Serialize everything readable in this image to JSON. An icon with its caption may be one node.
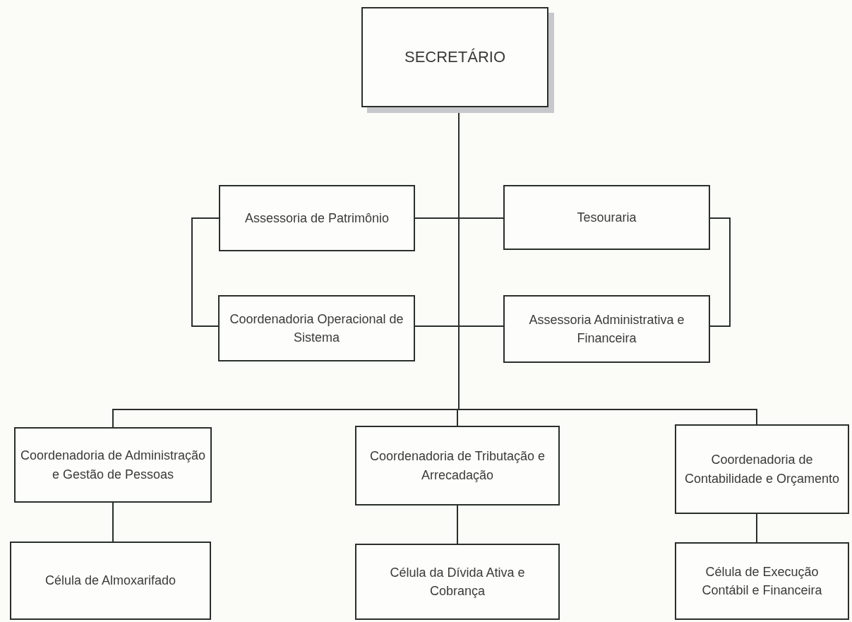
{
  "diagram": {
    "nodes": [
      {
        "text": [
          "SECRETÁRIO"
        ]
      },
      {
        "text": [
          "Assessoria de Patrimônio"
        ]
      },
      {
        "text": [
          "Tesouraria"
        ]
      },
      {
        "text": [
          "Coordenadoria Operacional de Sistema"
        ]
      },
      {
        "text": [
          "Assessoria Administrativa e Financeira"
        ]
      },
      {
        "text": [
          "Coordenadoria de Administração e Gestão de Pessoas"
        ]
      },
      {
        "text": [
          "Coordenadoria de Tributação e Arrecadação"
        ]
      },
      {
        "text": [
          "Coordenadoria de Contabilidade e Orçamento"
        ]
      },
      {
        "text": [
          "Célula de Almoxarifado"
        ]
      },
      {
        "text": [
          "Célula da Dívida Ativa e Cobrança"
        ]
      },
      {
        "text": [
          "Célula de Execução Contábil e Financeira"
        ]
      }
    ],
    "edges": [
      {
        "from": 0,
        "to": 1,
        "arrow": "none"
      },
      {
        "from": 0,
        "to": 2,
        "arrow": "none"
      },
      {
        "from": 0,
        "to": 3,
        "arrow": "none"
      },
      {
        "from": 0,
        "to": 4,
        "arrow": "none"
      },
      {
        "from": 0,
        "to": 5,
        "arrow": "none"
      },
      {
        "from": 0,
        "to": 6,
        "arrow": "none"
      },
      {
        "from": 0,
        "to": 7,
        "arrow": "none"
      },
      {
        "from": 5,
        "to": 8,
        "arrow": "none"
      },
      {
        "from": 6,
        "to": 9,
        "arrow": "none"
      },
      {
        "from": 7,
        "to": 10,
        "arrow": "none"
      },
      {
        "from": 1,
        "to": 3,
        "arrow": "none"
      },
      {
        "from": 2,
        "to": 4,
        "arrow": "none"
      }
    ]
  }
}
